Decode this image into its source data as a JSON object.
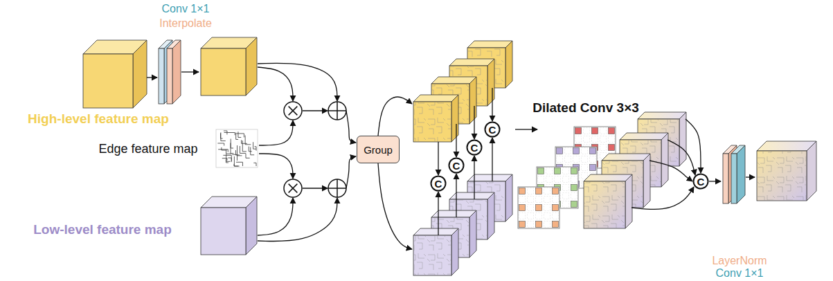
{
  "diagram": {
    "nodes": [
      {
        "text": [
          "Group"
        ]
      },
      {
        "text": [
          "C"
        ]
      },
      {
        "text": [
          "C"
        ]
      },
      {
        "text": [
          "C"
        ]
      },
      {
        "text": [
          "C"
        ]
      },
      {
        "text": [
          "C"
        ]
      }
    ],
    "labels": [
      "Conv 1×1",
      "Interpolate",
      "High-level feature map",
      "Edge feature map",
      "Low-level feature map",
      "Dilated Conv 3×3",
      "LayerNorm",
      "Conv 1×1"
    ]
  }
}
